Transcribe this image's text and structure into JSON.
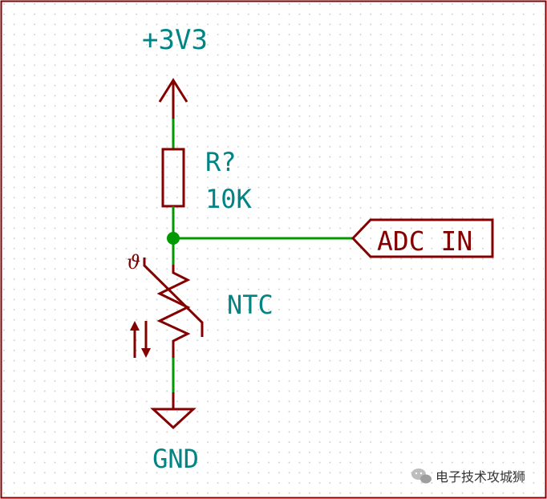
{
  "schematic": {
    "power": {
      "net": "+3V3"
    },
    "resistor": {
      "reference": "R?",
      "value": "10K"
    },
    "thermistor": {
      "value": "NTC",
      "symbol_glyph": "ϑ"
    },
    "ground": {
      "net": "GND"
    },
    "net_label": {
      "text": "ADC_IN"
    }
  },
  "watermark": {
    "text": "电子技术攻城狮",
    "icon": "wechat-icon"
  },
  "colors": {
    "wire": "#009900",
    "component": "#840000",
    "text": "#008484",
    "sheet_border": "#840000",
    "grid_dot": "#c8c8c8",
    "junction": "#009900"
  }
}
